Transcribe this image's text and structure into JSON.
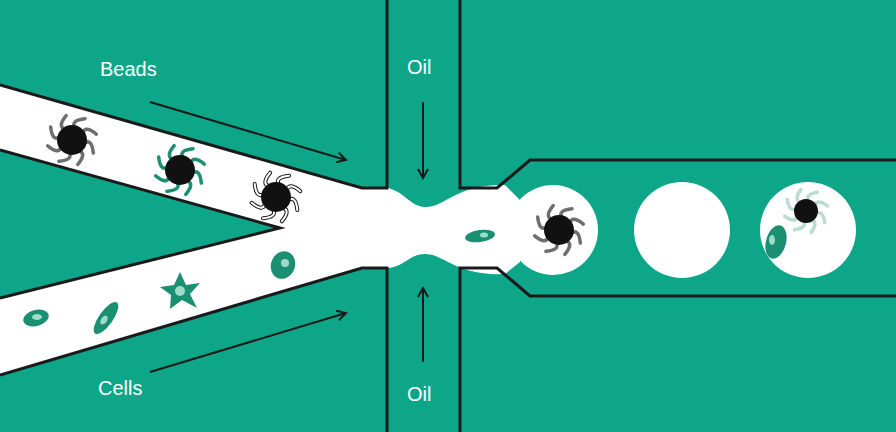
{
  "diagram": {
    "labels": [
      "Beads",
      "Oil",
      "Oil",
      "Cells"
    ]
  }
}
